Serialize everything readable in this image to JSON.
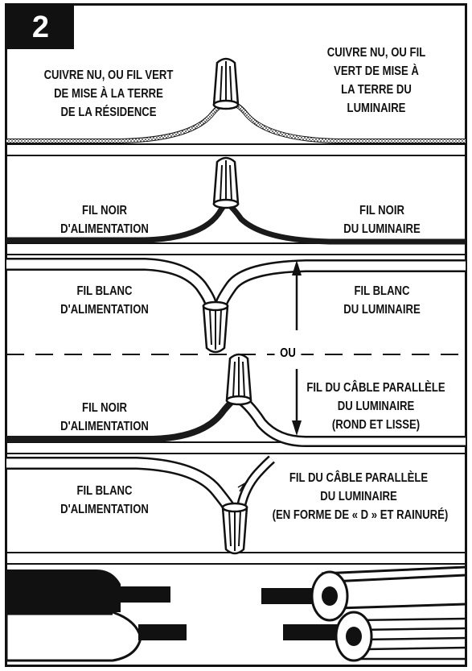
{
  "step_number": "2",
  "panel1": {
    "left_label": [
      "CUIVRE NU, OU FIL VERT",
      "DE MISE À LA TERRE",
      "DE LA RÉSIDENCE"
    ],
    "right_label": [
      "CUIVRE NU, OU FIL",
      "VERT DE MISE À",
      "LA TERRE DU",
      "LUMINAIRE"
    ]
  },
  "panel2": {
    "left_label": [
      "FIL NOIR",
      "D'ALIMENTATION"
    ],
    "right_label": [
      "FIL NOIR",
      "DU LUMINAIRE"
    ]
  },
  "panel3": {
    "left_label": [
      "FIL BLANC",
      "D'ALIMENTATION"
    ],
    "right_label": [
      "FIL BLANC",
      "DU LUMINAIRE"
    ]
  },
  "divider_label": "OU",
  "panel4": {
    "left_label": [
      "FIL NOIR",
      "D'ALIMENTATION"
    ],
    "right_label": [
      "FIL DU CÂBLE PARALLÈLE",
      "DU LUMINAIRE",
      "(ROND ET LISSE)"
    ]
  },
  "panel5": {
    "left_label": [
      "FIL BLANC",
      "D'ALIMENTATION"
    ],
    "right_label": [
      "FIL DU CÂBLE PARALLÈLE",
      "DU LUMINAIRE",
      "(EN FORME DE « D » ET RAINURÉ)"
    ]
  },
  "colors": {
    "ink": "#111111",
    "paper": "#ffffff",
    "wire_black": "#1a1a1a"
  }
}
